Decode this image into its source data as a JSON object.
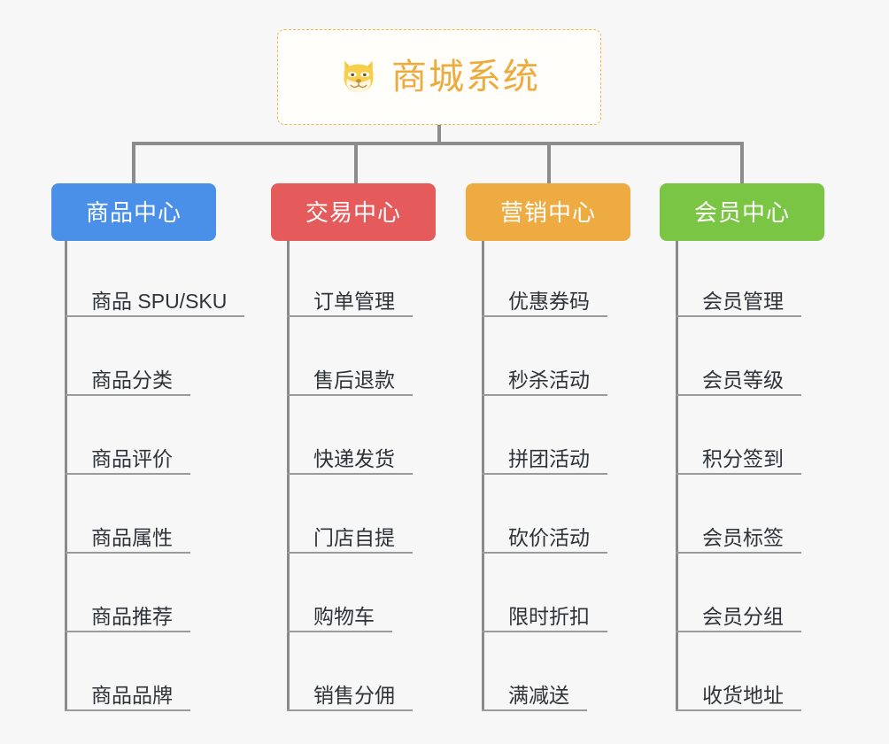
{
  "diagram": {
    "type": "mindmap-org-chart",
    "background_color": "#f7f7f7",
    "root": {
      "title": "商城系统",
      "icon": "dog-face-icon",
      "text_color": "#edab3e",
      "border_color": "#f0b54b",
      "background_color": "#fffefb"
    },
    "connector_color": "#8c8c8c",
    "branches": [
      {
        "label": "商品中心",
        "color": "#4a90e8",
        "items": [
          "商品 SPU/SKU",
          "商品分类",
          "商品评价",
          "商品属性",
          "商品推荐",
          "商品品牌"
        ]
      },
      {
        "label": "交易中心",
        "color": "#e55b5b",
        "items": [
          "订单管理",
          "售后退款",
          "快递发货",
          "门店自提",
          "购物车",
          "销售分佣"
        ]
      },
      {
        "label": "营销中心",
        "color": "#eeab41",
        "items": [
          "优惠券码",
          "秒杀活动",
          "拼团活动",
          "砍价活动",
          "限时折扣",
          "满减送"
        ]
      },
      {
        "label": "会员中心",
        "color": "#7ac544",
        "items": [
          "会员管理",
          "会员等级",
          "积分签到",
          "会员标签",
          "会员分组",
          "收货地址"
        ]
      }
    ]
  }
}
